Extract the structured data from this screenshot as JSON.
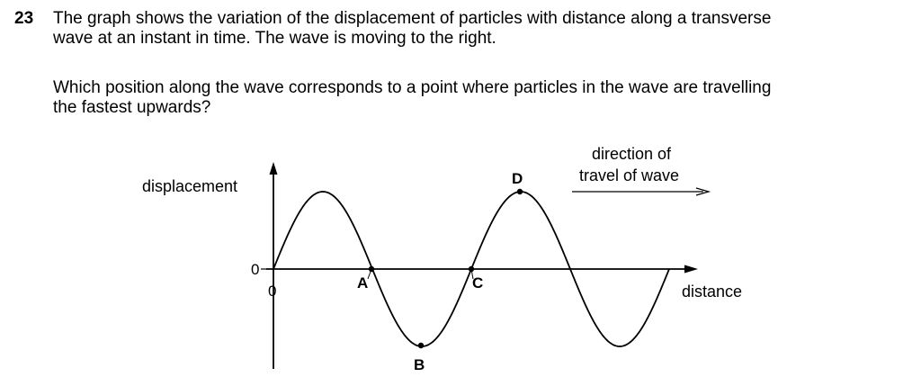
{
  "question": {
    "number": "23",
    "intro_line1": "The graph shows the variation of the displacement of particles with distance along a transverse",
    "intro_line2": "wave at an instant in time. The wave is moving to the right.",
    "prompt_line1": "Which position along the wave corresponds to a point where particles in the wave are travelling",
    "prompt_line2": "the fastest upwards?"
  },
  "figure": {
    "y_axis_label": "displacement",
    "x_axis_label": "distance",
    "y_origin_label": "0",
    "x_origin_label": "0",
    "direction_label_line1": "direction of",
    "direction_label_line2": "travel of wave",
    "points": [
      {
        "label": "A"
      },
      {
        "label": "B"
      },
      {
        "label": "C"
      },
      {
        "label": "D"
      }
    ],
    "line_color": "#000000"
  }
}
